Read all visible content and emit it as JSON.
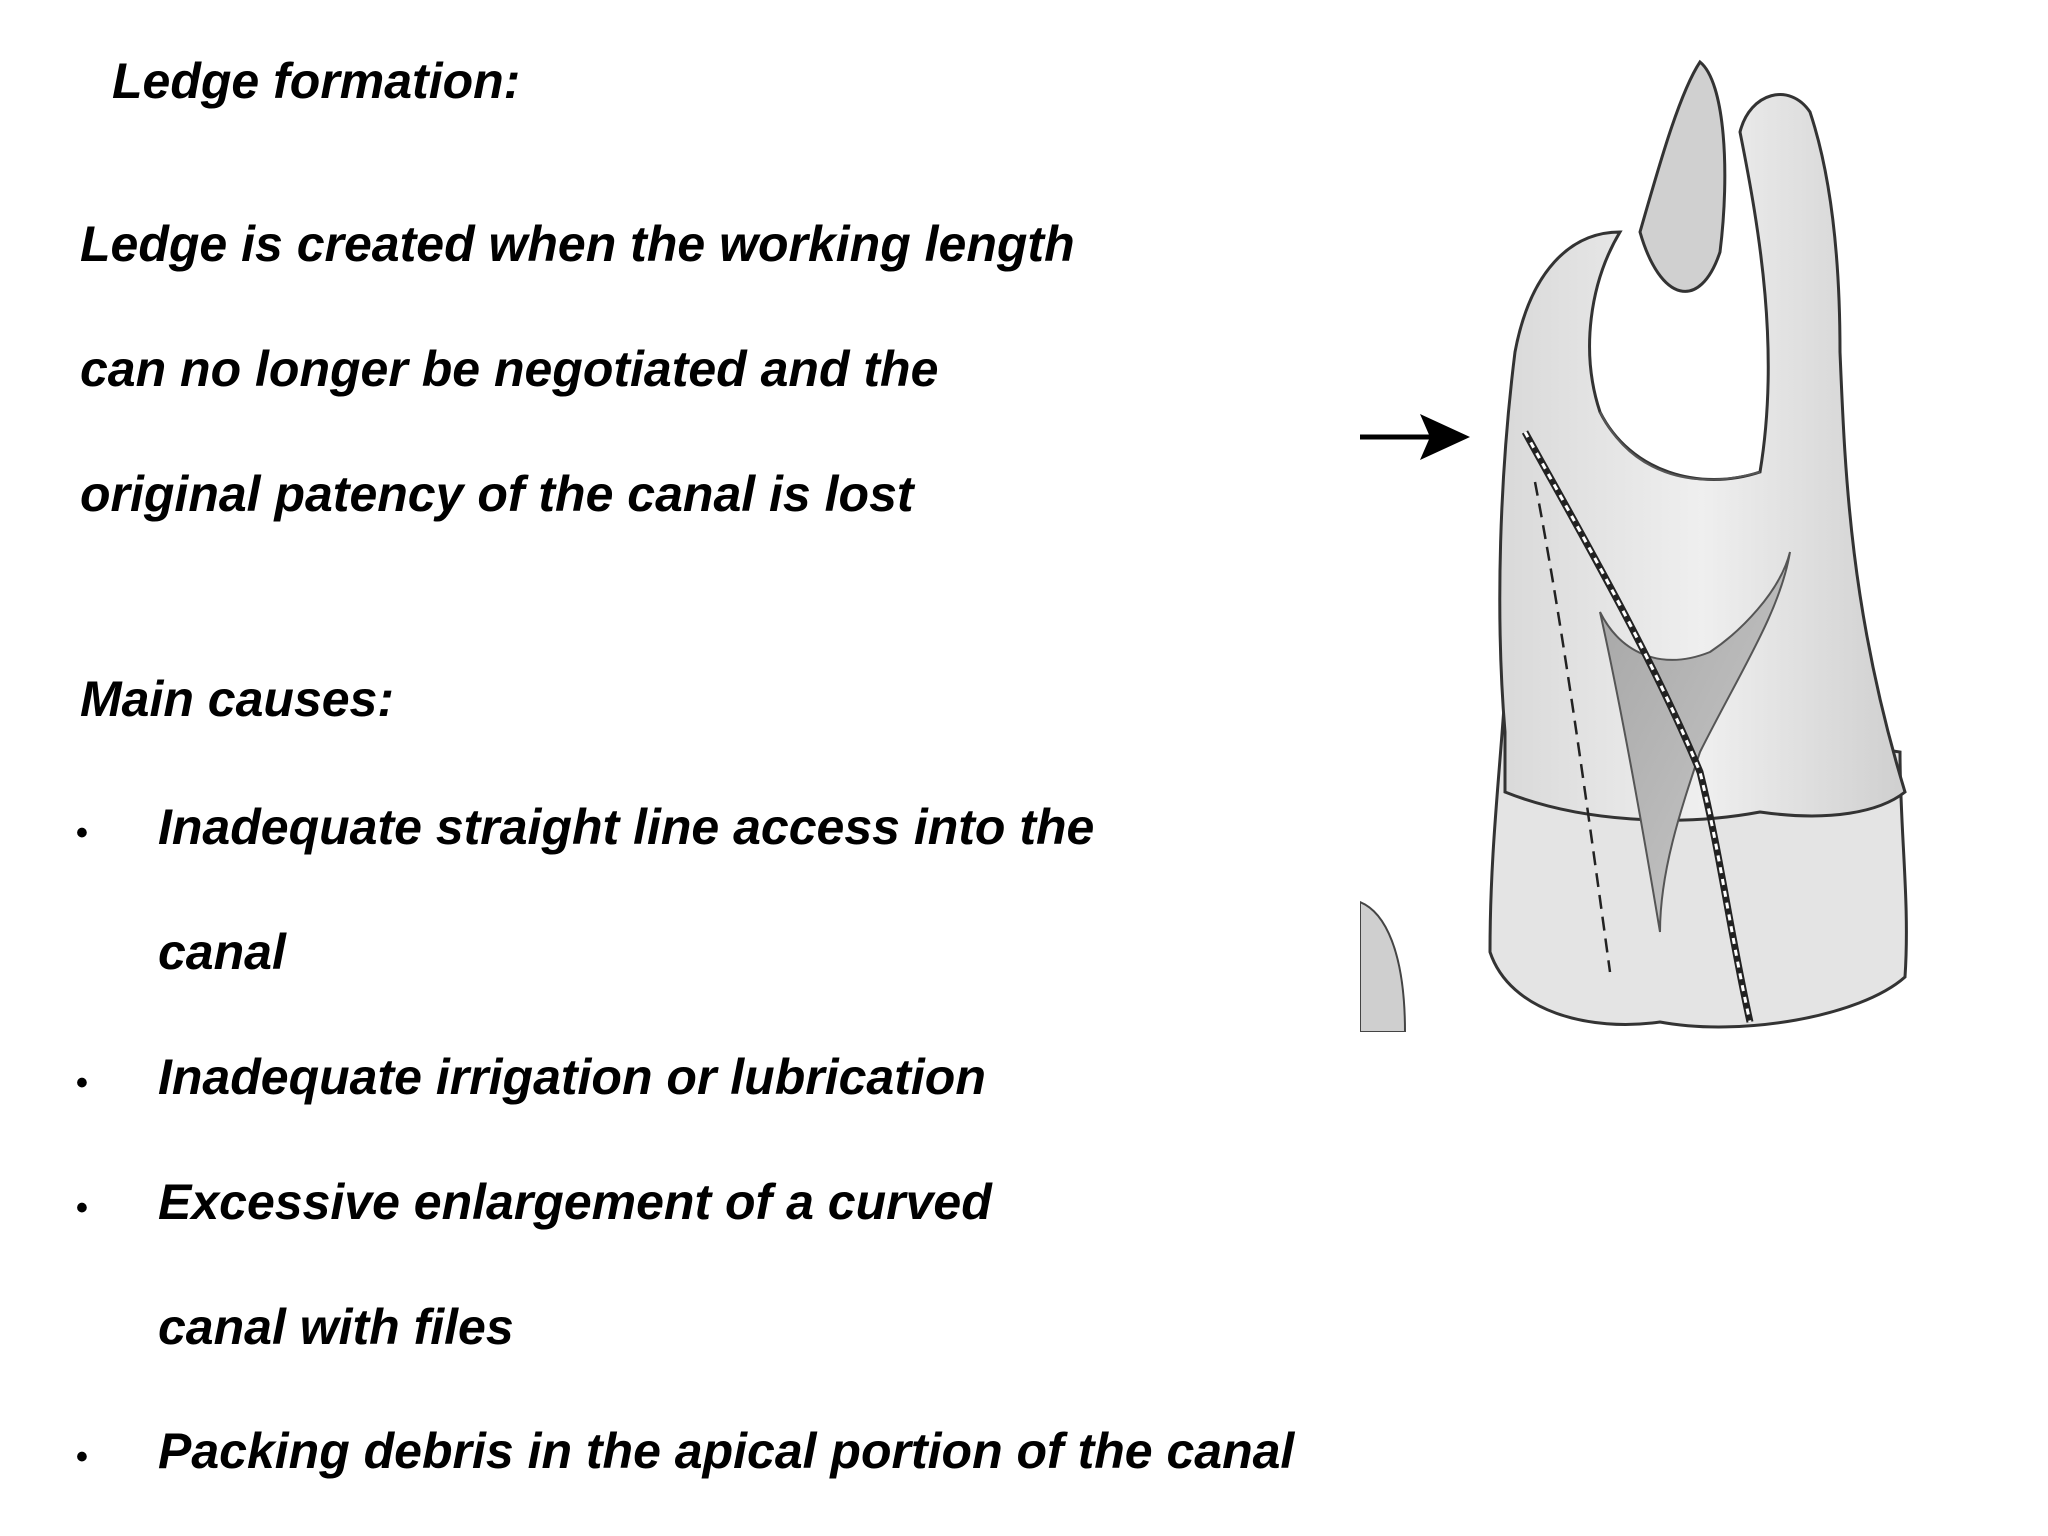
{
  "slide": {
    "title": "Ledge formation:",
    "definition_lines": [
      "Ledge  is created when the working length",
      "can no longer be negotiated and the",
      "original patency of  the canal is lost"
    ],
    "causes_heading": "Main causes:",
    "bullet_symbol": "•",
    "causes": [
      {
        "lines": [
          "Inadequate straight line access  into the",
          "canal"
        ]
      },
      {
        "lines": [
          "Inadequate irrigation or lubrication"
        ]
      },
      {
        "lines": [
          "Excessive enlargement of  a curved",
          "canal with files"
        ]
      },
      {
        "lines": [
          "Packing debris in the apical portion of  the canal"
        ]
      }
    ]
  },
  "figure": {
    "subject": "tooth-root-canal-ledge-illustration",
    "icon": "arrow-right-icon"
  }
}
